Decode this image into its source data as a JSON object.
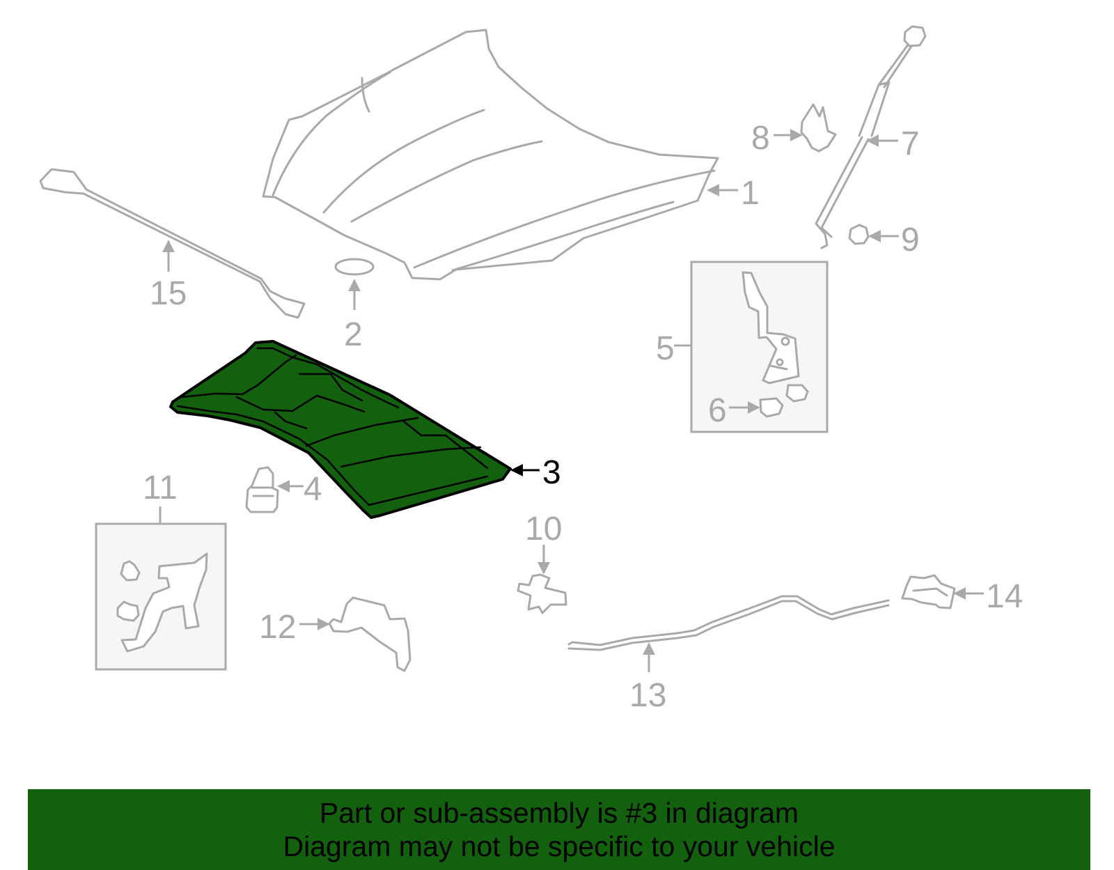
{
  "callouts": {
    "c1": "1",
    "c2": "2",
    "c3": "3",
    "c4": "4",
    "c5": "5",
    "c6": "6",
    "c7": "7",
    "c8": "8",
    "c9": "9",
    "c10": "10",
    "c11": "11",
    "c12": "12",
    "c13": "13",
    "c14": "14",
    "c15": "15"
  },
  "highlighted_part": "3",
  "colors": {
    "highlight_fill": "#13600f",
    "line_gray": "#a9a9a9",
    "banner_bg": "#13600f",
    "banner_text": "#000000"
  },
  "banner": {
    "line1": "Part or sub-assembly is #3 in diagram",
    "line2": "Diagram may not be specific to your vehicle"
  }
}
